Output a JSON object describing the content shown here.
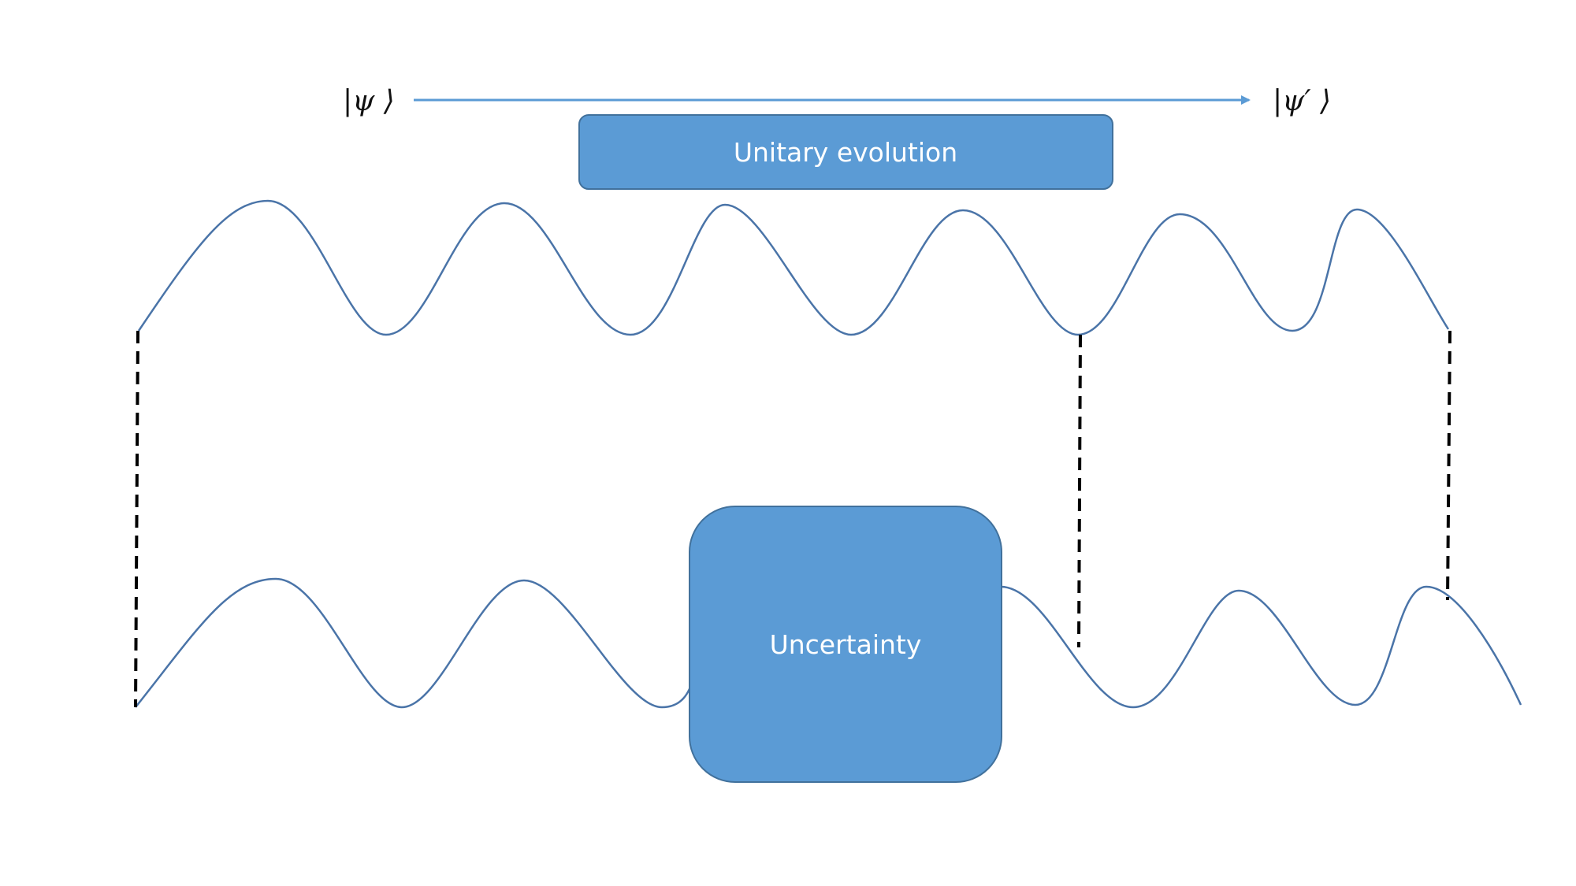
{
  "kets": {
    "initial": "|ψ ⟩",
    "final": "|ψ′ ⟩"
  },
  "boxes": {
    "unitary_evolution": "Unitary evolution",
    "uncertainty": "Uncertainty"
  },
  "colors": {
    "box_fill": "#5b9bd5",
    "box_stroke": "#41719c",
    "wave_stroke": "#4a74a8",
    "arrow": "#5b9bd5",
    "dashed_line": "#000000",
    "box_text": "#ffffff"
  }
}
